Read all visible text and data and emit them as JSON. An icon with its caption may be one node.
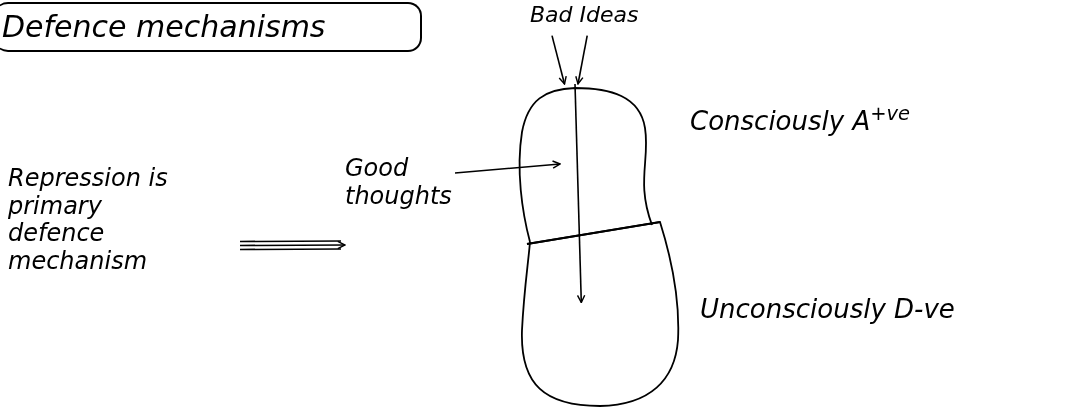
{
  "diagram": {
    "title": "Defence mechanisms",
    "nodes": [
      {
        "text": [
          "Repression is primary defence mechanism"
        ]
      },
      {
        "text": [
          "Good thoughts"
        ]
      },
      {
        "text": [
          "Bad Ideas"
        ]
      },
      {
        "text": [],
        "shape": "blob",
        "beside": [
          "Consciously A$^{+ve}$"
        ]
      },
      {
        "text": [],
        "shape": "blob",
        "beside": [
          "Unconsciously D-ve"
        ]
      }
    ],
    "edges": [
      {
        "from": 0,
        "to": 1,
        "arrow": "to"
      },
      {
        "from": 1,
        "to": 3,
        "arrow": "to"
      },
      {
        "from": 2,
        "to": 3,
        "arrow": "to"
      },
      {
        "from": 2,
        "to": 3,
        "arrow": "to"
      },
      {
        "from": 3,
        "to": 4,
        "arrow": "to"
      }
    ]
  }
}
